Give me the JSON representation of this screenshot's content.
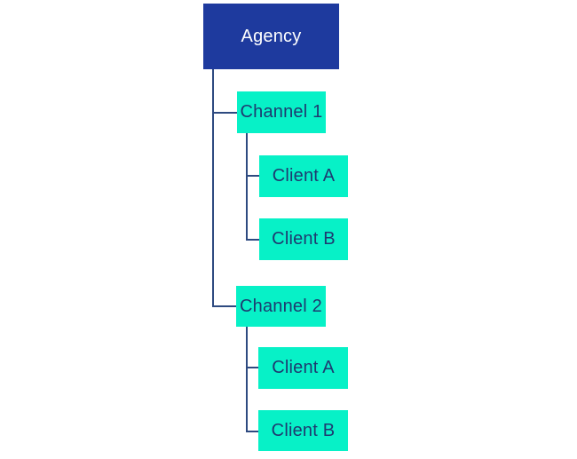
{
  "diagram": {
    "type": "org-chart",
    "root": {
      "label": "Agency"
    },
    "channels": [
      {
        "label": "Channel 1",
        "clients": [
          {
            "label": "Client A"
          },
          {
            "label": "Client B"
          }
        ]
      },
      {
        "label": "Channel 2",
        "clients": [
          {
            "label": "Client A"
          },
          {
            "label": "Client B"
          }
        ]
      }
    ],
    "colors": {
      "root_fill": "#1e3a9e",
      "root_text": "#ffffff",
      "node_fill": "#07f1c7",
      "node_text": "#1e3a70",
      "connector": "#2e4a80",
      "canvas_bg": "#ffffff"
    }
  }
}
